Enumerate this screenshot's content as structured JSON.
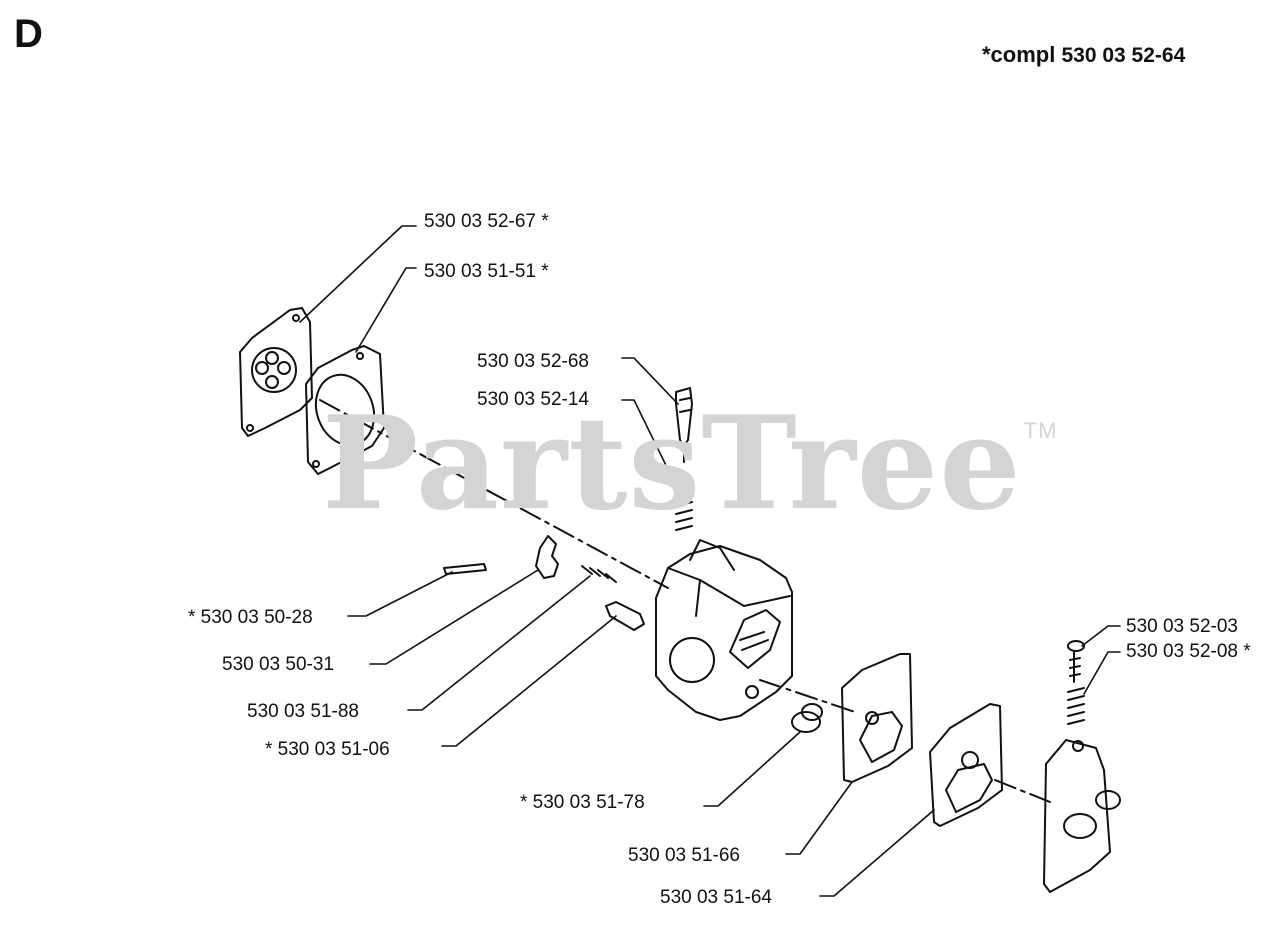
{
  "corner_letter": "D",
  "kit": {
    "prefix": "*compl",
    "number": "530 03 52-64"
  },
  "watermark": {
    "text": "PartsTree",
    "mark": "TM"
  },
  "labels": {
    "p1": "530 03 52-67 *",
    "p2": "530 03 51-51 *",
    "p3": "530 03 52-68",
    "p4": "530 03 52-14",
    "p5": "* 530 03 50-28",
    "p6": "530 03 50-31",
    "p7": "530 03 51-88",
    "p8": "* 530 03 51-06",
    "p9": "* 530 03 51-78",
    "p10": "530 03 51-66",
    "p11": "530 03 51-64",
    "p12": "530 03 52-03",
    "p13": "530 03 52-08 *"
  }
}
